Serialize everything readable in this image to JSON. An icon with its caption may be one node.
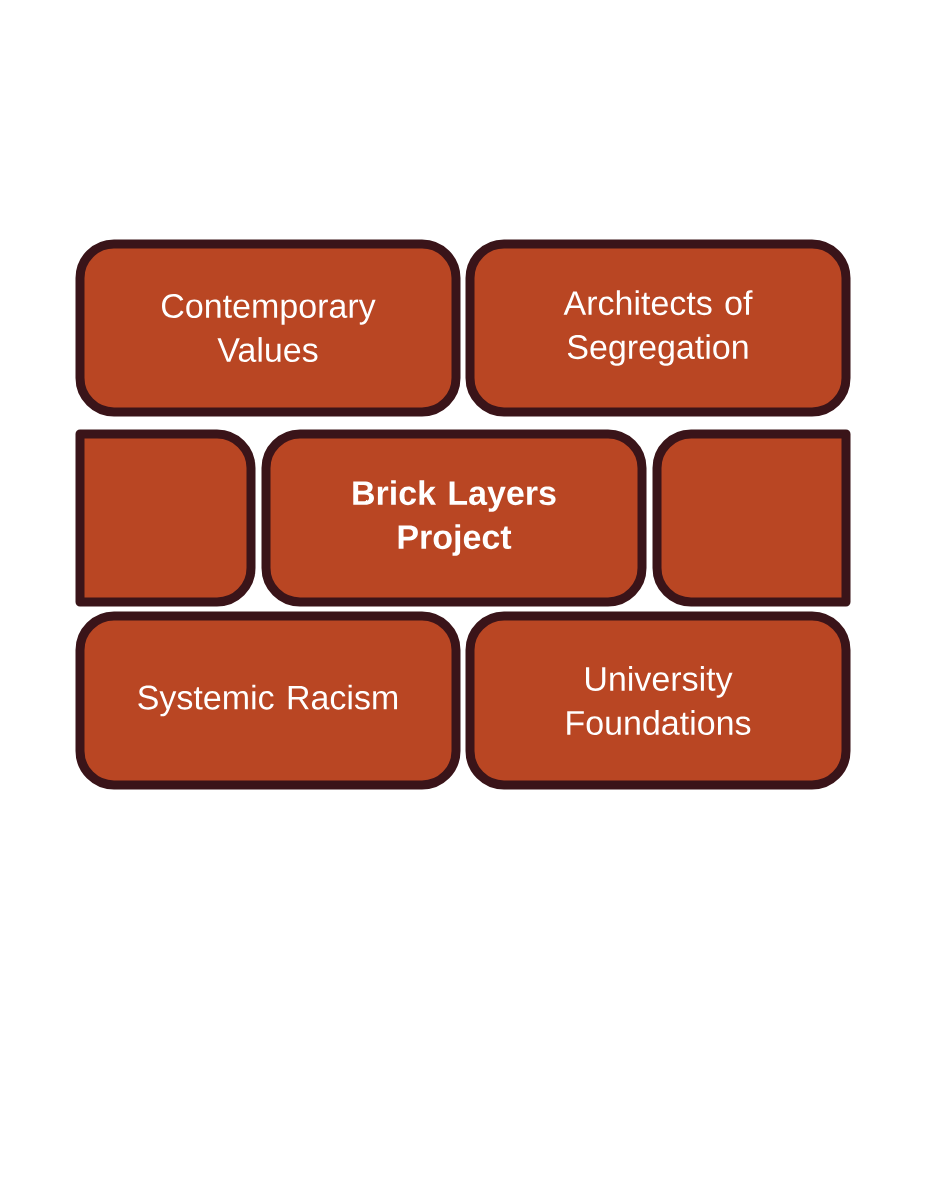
{
  "diagram": {
    "nodes": [
      {
        "text": [
          "Contemporary Values"
        ]
      },
      {
        "text": [
          "Architects of Segregation"
        ]
      },
      {
        "text": [],
        "shape": "box"
      },
      {
        "text": [
          "Brick Layers Project"
        ]
      },
      {
        "text": [],
        "shape": "box"
      },
      {
        "text": [
          "Systemic Racism"
        ]
      },
      {
        "text": [
          "University Foundations"
        ]
      }
    ]
  }
}
